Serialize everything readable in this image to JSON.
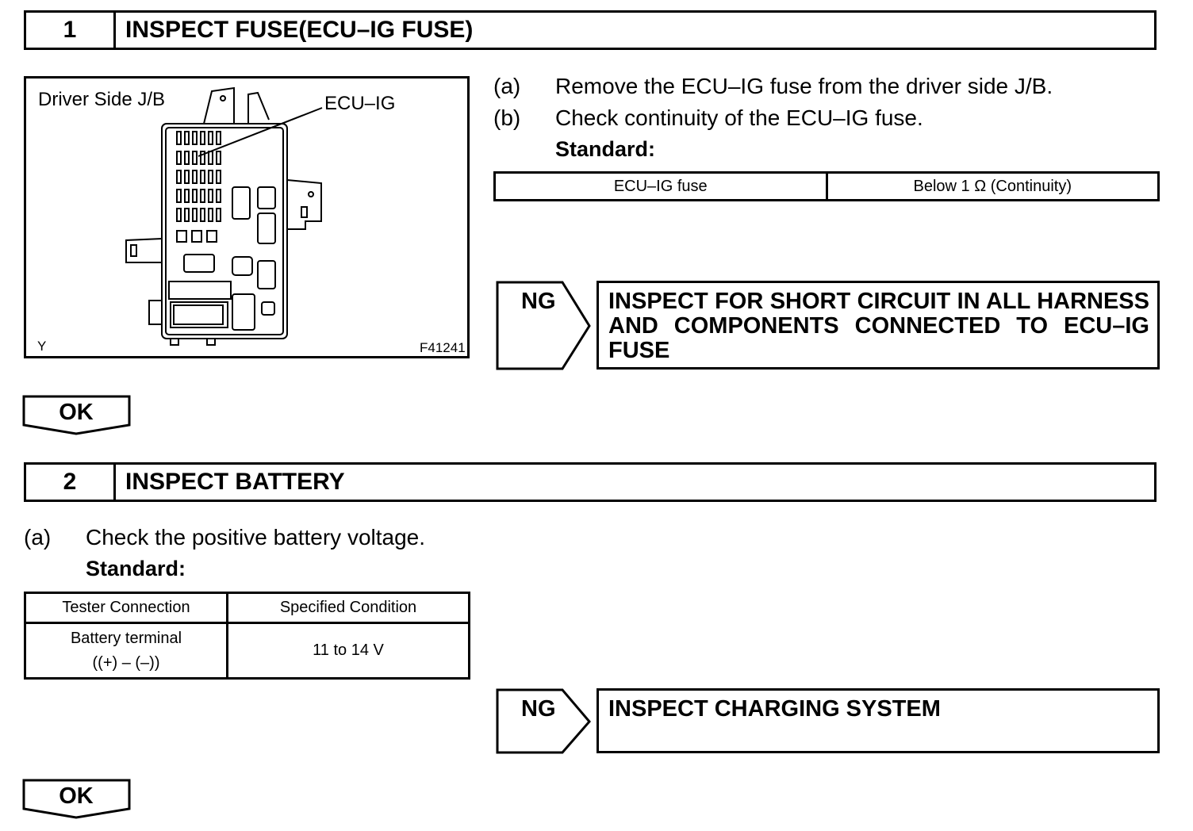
{
  "step1": {
    "number": "1",
    "title": "INSPECT FUSE(ECU–IG FUSE)",
    "figure": {
      "label_location": "Driver Side J/B",
      "label_fuse": "ECU–IG",
      "corner_code": "Y",
      "figure_id": "F41241"
    },
    "items": [
      {
        "mark": "(a)",
        "text": "Remove the ECU–IG fuse from the driver side J/B."
      },
      {
        "mark": "(b)",
        "text": "Check continuity of the ECU–IG fuse."
      }
    ],
    "standard_label": "Standard:",
    "table": {
      "row": [
        "ECU–IG fuse",
        "Below 1 Ω (Continuity)"
      ]
    },
    "ng": {
      "label": "NG",
      "action": "INSPECT FOR SHORT CIRCUIT IN ALL HARNESS AND COMPONENTS CONNECTED TO ECU–IG FUSE"
    },
    "ok_label": "OK"
  },
  "step2": {
    "number": "2",
    "title": "INSPECT BATTERY",
    "items": [
      {
        "mark": "(a)",
        "text": "Check the positive battery voltage."
      }
    ],
    "standard_label": "Standard:",
    "table": {
      "headers": [
        "Tester Connection",
        "Specified Condition"
      ],
      "row": {
        "connection_line1": "Battery terminal",
        "connection_line2": "((+) – (–))",
        "condition": "11 to 14 V"
      }
    },
    "ng": {
      "label": "NG",
      "action": "INSPECT CHARGING SYSTEM"
    },
    "ok_label": "OK"
  }
}
